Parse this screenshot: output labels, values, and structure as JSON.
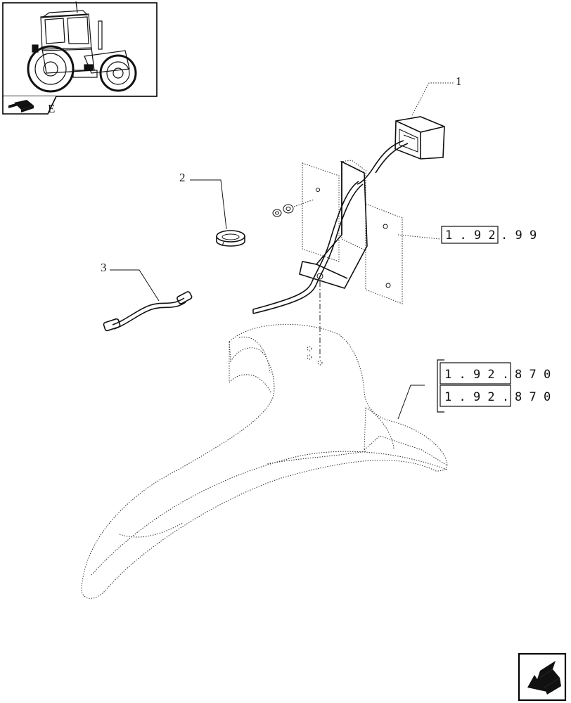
{
  "callouts": {
    "c1": "1",
    "c2": "2",
    "c3": "3"
  },
  "references": {
    "r1": {
      "boxed": "1 . 9 2",
      "tail": ". 9 9"
    },
    "r2": {
      "boxed": "1 . 9 2 .",
      "tail": "8 7   0"
    },
    "r3": {
      "boxed": "1 . 9 2 .",
      "tail": "8 7   0"
    }
  },
  "thumbnail": {
    "caption": "E"
  },
  "icons": {
    "thumbnail": "tractor-thumbnail",
    "nav": "arrow-left-nav-icon"
  }
}
